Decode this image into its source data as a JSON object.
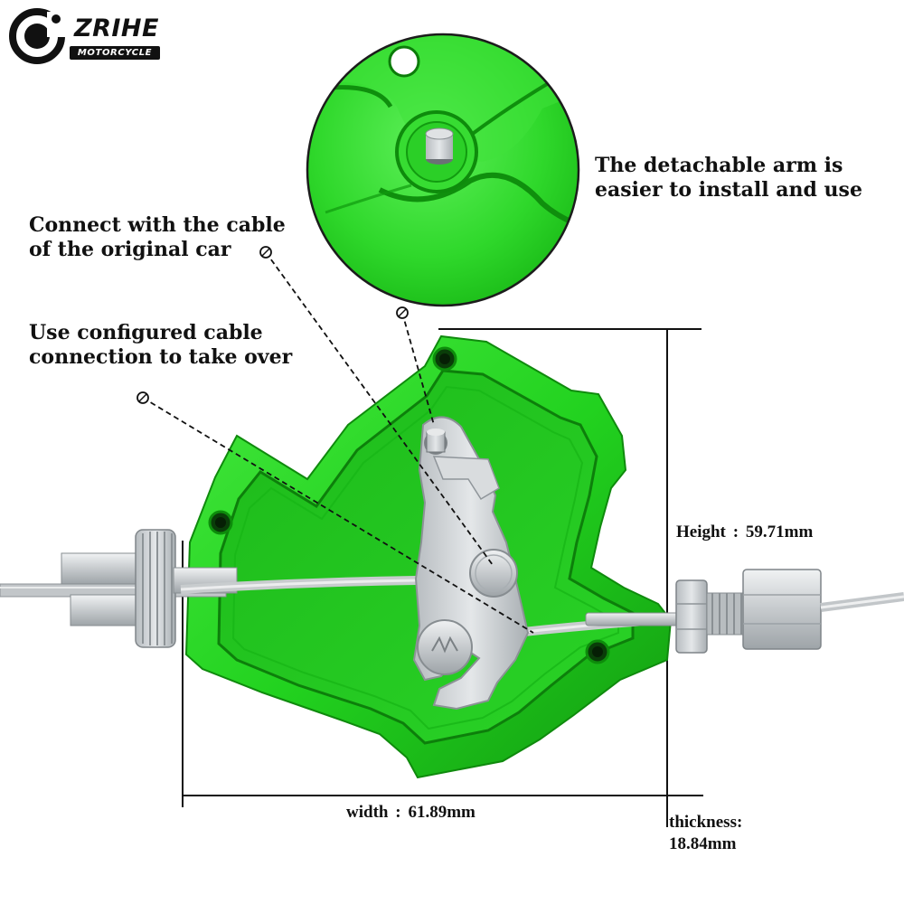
{
  "brand": {
    "name": "ZRIHE",
    "subtitle": "MOTORCYCLE"
  },
  "callouts": {
    "detachable_arm": "The detachable arm is easier to install and use",
    "connect_cable": "Connect with the cable of the original car",
    "configured_cable": "Use configured cable connection to take over"
  },
  "dimensions": {
    "height_label": "Height",
    "height_value": "59.71mm",
    "width_label": "width",
    "width_value": "61.89mm",
    "thickness_label": "thickness:",
    "thickness_value": "18.84mm",
    "separator": ":"
  },
  "colors": {
    "plate": "#22d21f",
    "plate_dark": "#14a812",
    "aluminum": "#c9cdd0",
    "background": "#ffffff"
  }
}
